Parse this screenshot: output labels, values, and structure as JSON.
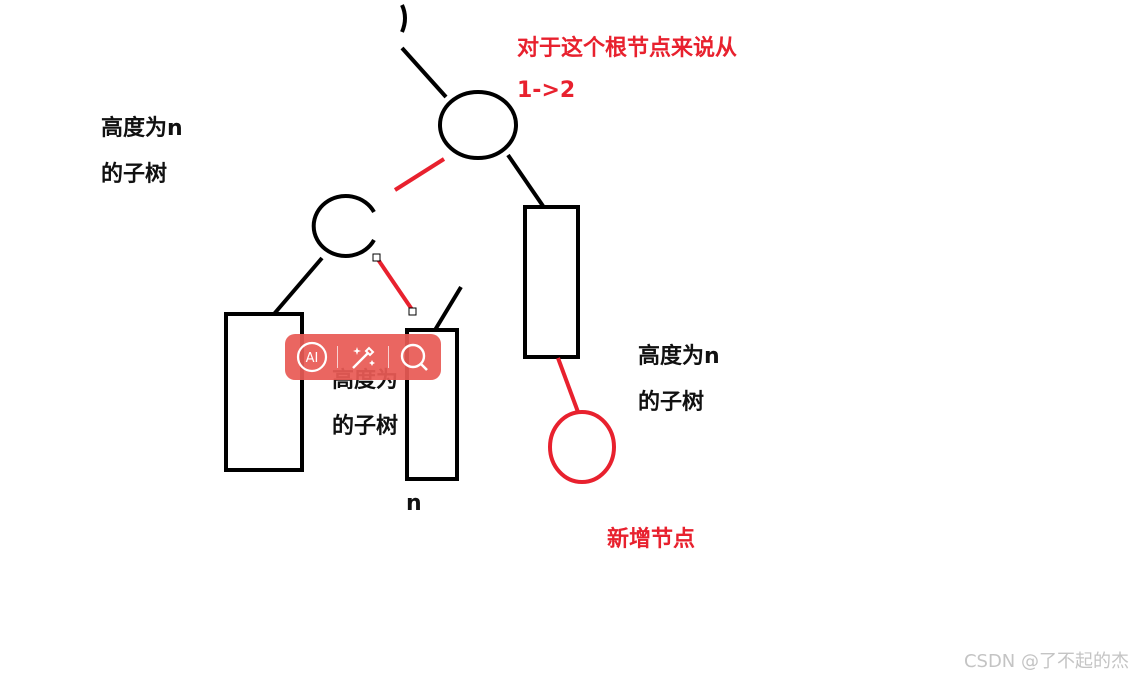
{
  "annotations": {
    "root_note_line1": "对于这个根节点来说从",
    "root_note_line2": "1->2",
    "left_subtree_line1": "高度为n",
    "left_subtree_line2": "的子树",
    "middle_subtree_line1": "高度为",
    "middle_subtree_line2": "的子树",
    "middle_partial": "n",
    "right_subtree_line1": "高度为n",
    "right_subtree_line2": "的子树",
    "new_node": "新增节点"
  },
  "toolbar": {
    "ai_label": "AI",
    "buttons": [
      "ai-icon",
      "magic-wand-icon",
      "search-icon"
    ]
  },
  "watermark": "CSDN @了不起的杰",
  "colors": {
    "black": "#000000",
    "red": "#e8212e",
    "toolbar": "#e85a55"
  }
}
